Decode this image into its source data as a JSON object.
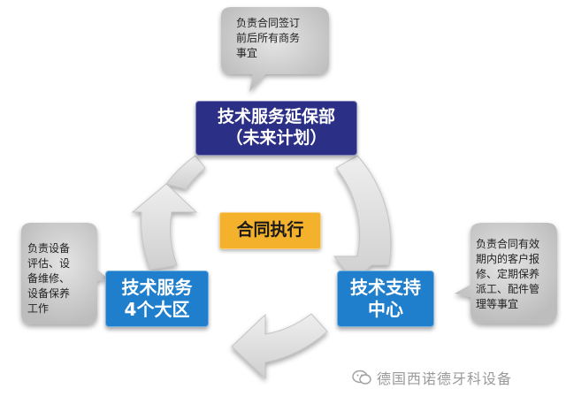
{
  "center": {
    "label": "合同执行"
  },
  "top_node": {
    "lines": [
      "技术服务延保部",
      "（未来计划）"
    ]
  },
  "left_node": {
    "lines": [
      "技术服务",
      "4个大区"
    ]
  },
  "right_node": {
    "lines": [
      "技术支持",
      "中心"
    ]
  },
  "bubbles": {
    "top": {
      "lines": [
        "负责合同签订",
        "前后所有商务",
        "事宜"
      ]
    },
    "left": {
      "lines": [
        "负责设备",
        "评估、设",
        "备维修、",
        "设备保养",
        "工作"
      ]
    },
    "right": {
      "lines": [
        "负责合同有效",
        "期内的客户报",
        "修、定期保养",
        "派工、配件管",
        "理等事宜"
      ]
    }
  },
  "watermark": {
    "text": "德国西诺德牙科设备"
  },
  "colors": {
    "top_node": "#2b2f86",
    "side_nodes": "#1f7fcc",
    "center_node": "#f4b12c",
    "cycle_arrows": "#dcdcdc",
    "bubbles": "#cfcfcf"
  }
}
